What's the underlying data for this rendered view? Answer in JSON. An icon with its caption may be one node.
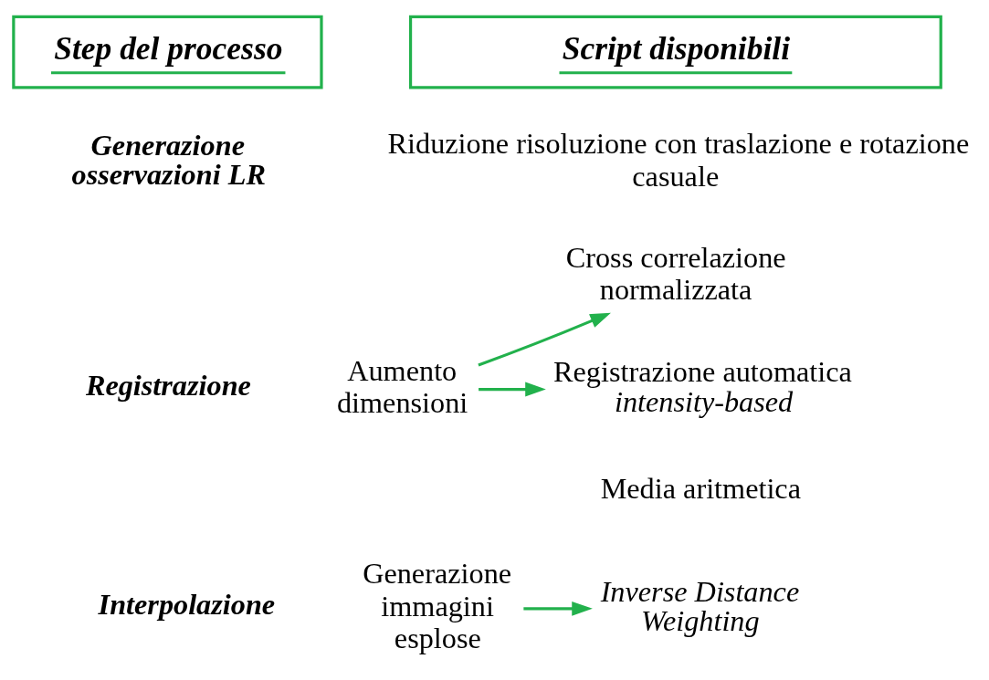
{
  "diagram": {
    "nodes": [
      {
        "text": [
          "Step del processo"
        ]
      },
      {
        "text": [
          "Script disponibili"
        ]
      },
      {
        "text": [
          "Aumento dimensioni"
        ]
      },
      {
        "text": [
          "Cross correlazione normalizzata"
        ]
      },
      {
        "text": [
          "Registrazione automatica",
          "intensity-based"
        ]
      },
      {
        "text": [
          "Generazione immagini esplose"
        ]
      },
      {
        "text": [
          "Inverse Distance Weighting"
        ]
      }
    ],
    "edges": [
      {
        "from": 2,
        "to": 3,
        "arrow": "to"
      },
      {
        "from": 2,
        "to": 4,
        "arrow": "to"
      },
      {
        "from": 5,
        "to": 6,
        "arrow": "to"
      }
    ],
    "labels": [
      "Generazione osservazioni LR",
      "Riduzione risoluzione con traslazione e rotazione casuale",
      "Registrazione",
      "Media aritmetica",
      "Interpolazione"
    ]
  }
}
